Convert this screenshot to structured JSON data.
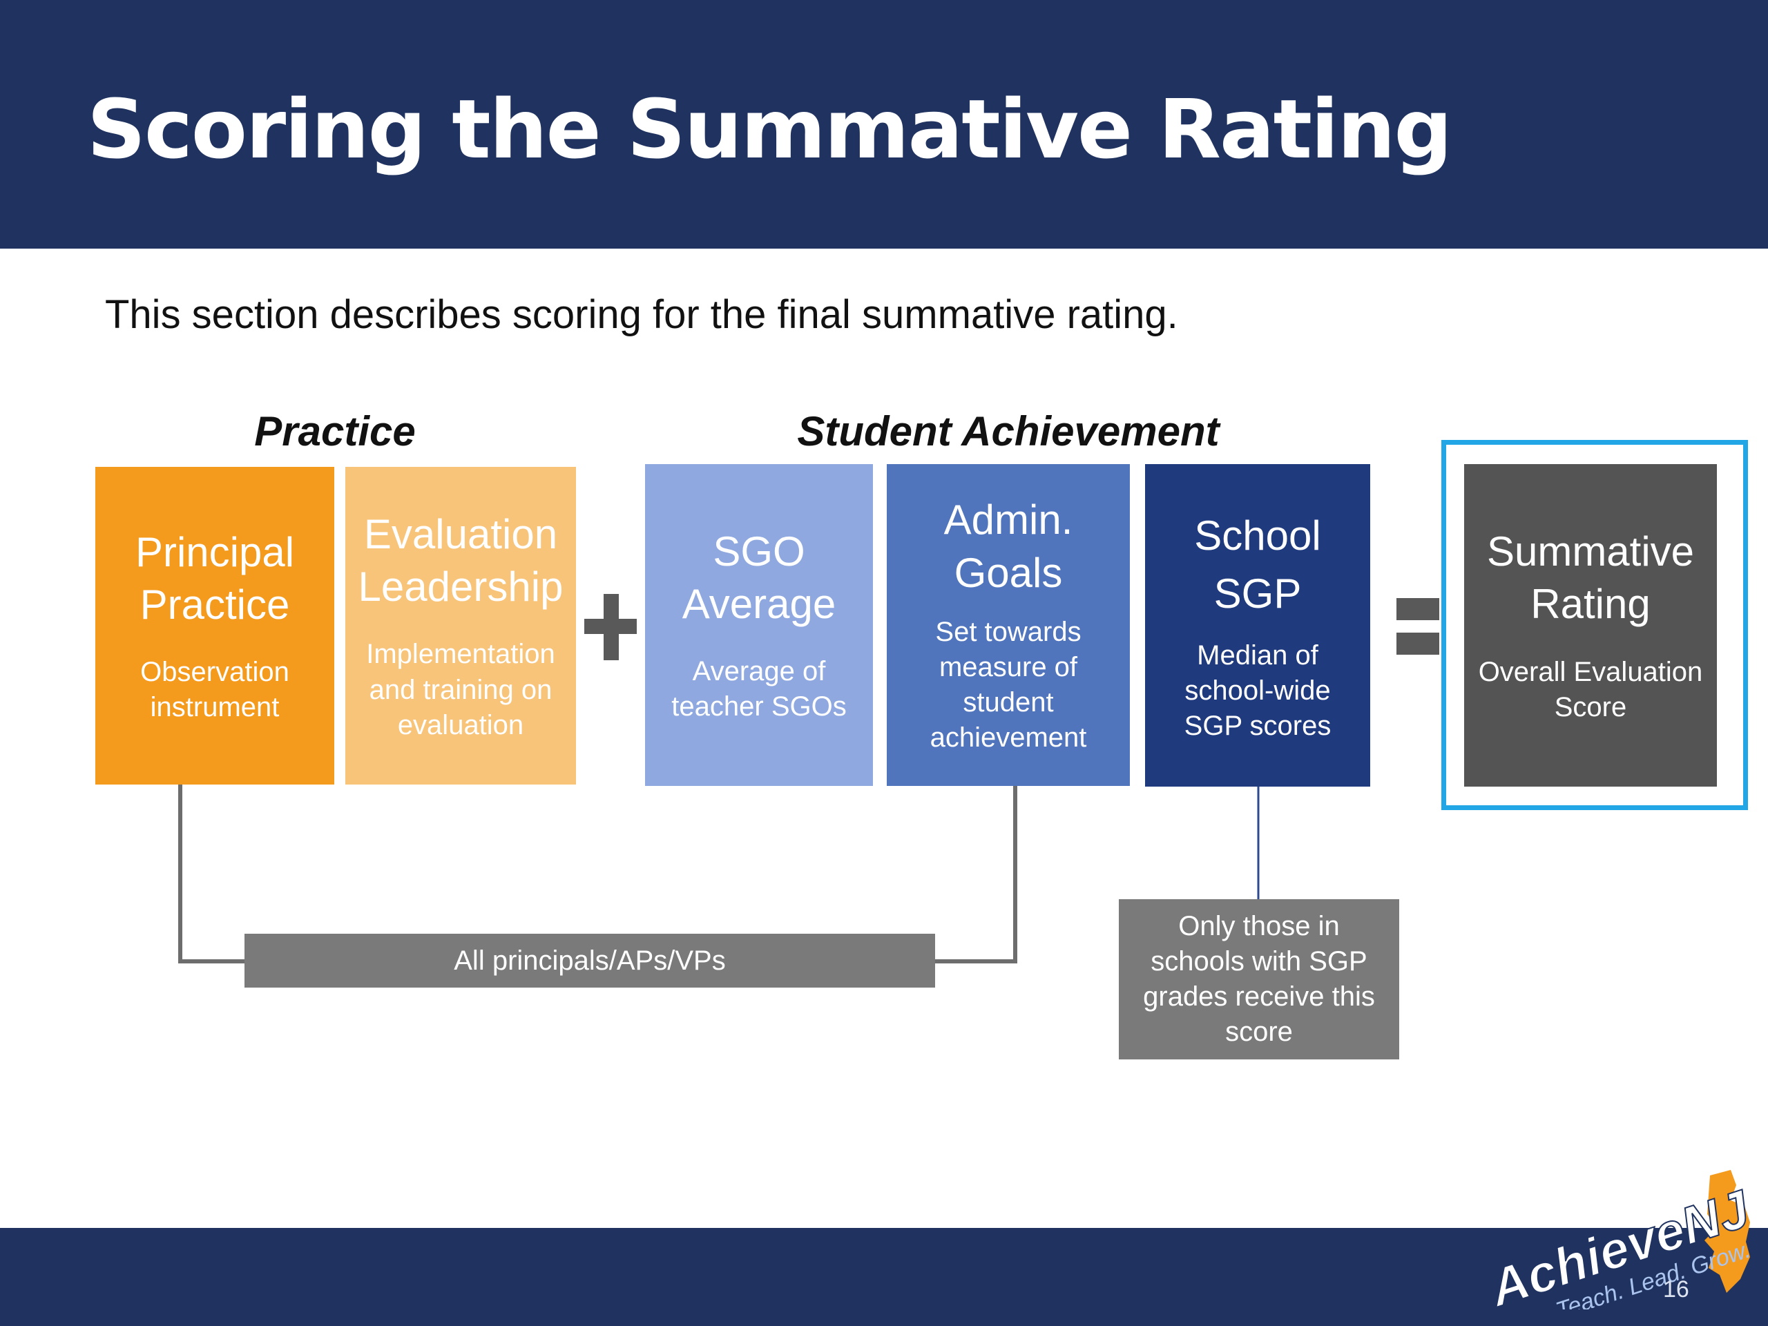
{
  "slide": {
    "title": "Scoring the Summative Rating",
    "subtitle": "This section describes scoring for the final summative rating.",
    "page_number": "16"
  },
  "groups": {
    "practice": "Practice",
    "student_achievement": "Student Achievement"
  },
  "boxes": [
    {
      "title": "Principal Practice",
      "desc": "Observation instrument",
      "color": "#f49a1c"
    },
    {
      "title": "Evaluation Leadership",
      "desc": "Implementation and training on evaluation",
      "color": "#f7c47a"
    },
    {
      "title": "SGO Average",
      "desc": "Average of teacher SGOs",
      "color": "#8fa9e0"
    },
    {
      "title": "Admin. Goals",
      "desc": "Set towards measure of student achievement",
      "color": "#5075bd"
    },
    {
      "title": "School SGP",
      "desc": "Median of school-wide SGP scores",
      "color": "#1f3a7d"
    },
    {
      "title": "Summative Rating",
      "desc": "Overall Evaluation Score",
      "color": "#545454"
    }
  ],
  "operators": {
    "plus": "+",
    "equals": "="
  },
  "notes": {
    "all_principals": "All principals/APs/VPs",
    "sgp_only": "Only those in schools with SGP grades receive this score"
  },
  "logo": {
    "brand": "AchieveNJ",
    "tagline": "Teach. Lead. Grow."
  },
  "colors": {
    "header": "#203360",
    "highlight": "#23a6e6",
    "connector": "#6d6d6d"
  }
}
